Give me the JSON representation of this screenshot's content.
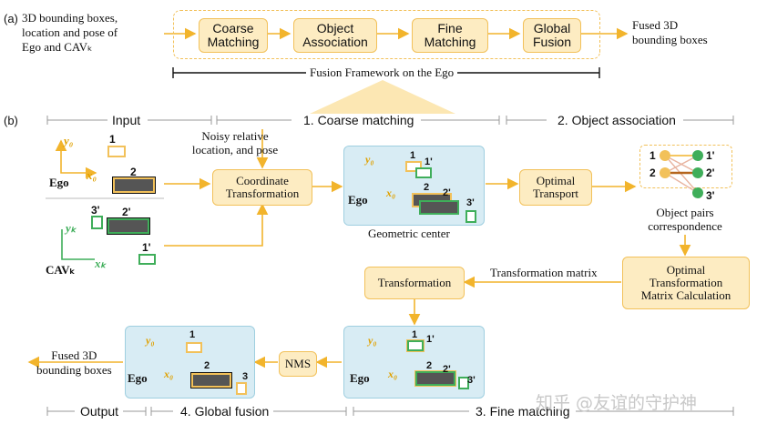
{
  "part_a": {
    "label": "(a)",
    "input_text_line1": "3D bounding boxes,",
    "input_text_line2": "location and pose of",
    "input_text_line3": "Ego and CAVₖ",
    "stages": [
      "Coarse\nMatching",
      "Object\nAssociation",
      "Fine\nMatching",
      "Global\nFusion"
    ],
    "output_line1": "Fused 3D",
    "output_line2": "bounding boxes",
    "framework_label": "Fusion Framework on the Ego"
  },
  "part_b": {
    "label": "(b)",
    "sections_top": [
      "Input",
      "1. Coarse matching",
      "2. Object association"
    ],
    "sections_bottom": [
      "Output",
      "4. Global fusion",
      "3. Fine matching"
    ],
    "noisy_text_line1": "Noisy relative",
    "noisy_text_line2": "location, and pose",
    "coord_transform": "Coordinate\nTransformation",
    "optimal_transport": "Optimal\nTransport",
    "geometric_center": "Geometric center",
    "object_pairs_line1": "Object pairs",
    "object_pairs_line2": "correspondence",
    "transformation": "Transformation",
    "transformation_matrix_label": "Transformation matrix",
    "optimal_matrix_calc": "Optimal\nTransformation\nMatrix Calculation",
    "nms": "NMS",
    "fused_output_line1": "Fused 3D",
    "fused_output_line2": "bounding boxes",
    "ego_label": "Ego",
    "cav_label": "CAVₖ",
    "axis_y0": "y₀",
    "axis_x0": "x₀",
    "axis_yk": "yₖ",
    "axis_xk": "xₖ",
    "ids": {
      "one": "1",
      "two": "2",
      "three": "3",
      "one_p": "1'",
      "two_p": "2'",
      "three_p": "3'"
    }
  },
  "watermark": "知乎 @友谊的守护神",
  "colors": {
    "box_fill": "#fdecc2",
    "box_border": "#f2c15a",
    "arrow": "#f2b42c",
    "panel": "#d8ecf4",
    "ego_car": "#f2c15a",
    "cav_car": "#3fae5a"
  }
}
